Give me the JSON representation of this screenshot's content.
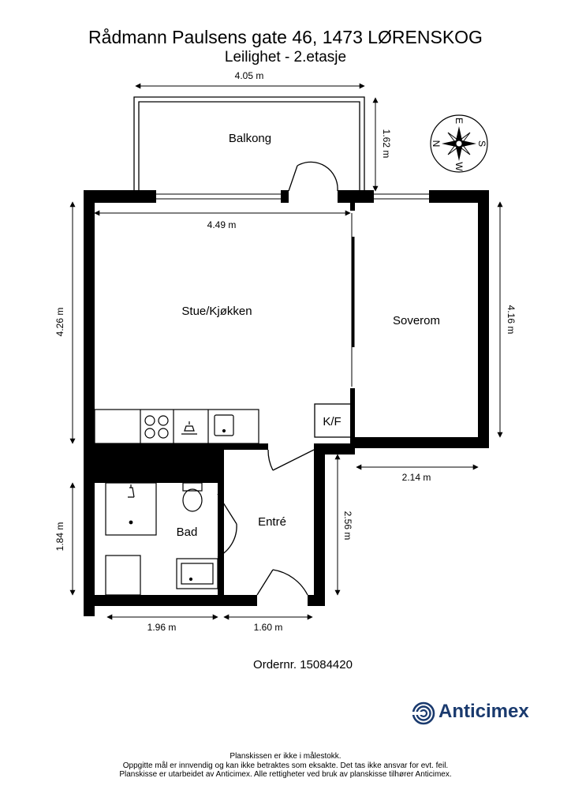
{
  "header": {
    "address": "Rådmann Paulsens gate 46, 1473 LØRENSKOG",
    "unit": "Leilighet  - 2.etasje"
  },
  "rooms": {
    "balcony": "Balkong",
    "living_kitchen": "Stue/Kjøkken",
    "bedroom": "Soverom",
    "closet": "K/F",
    "bathroom": "Bad",
    "entrance": "Entré"
  },
  "dimensions": {
    "balcony_width": "4.05 m",
    "balcony_depth": "1.62 m",
    "living_width": "4.49 m",
    "living_depth": "4.26 m",
    "bedroom_depth": "4.16 m",
    "bedroom_width": "2.14 m",
    "bath_depth": "1.84 m",
    "entrance_depth": "2.56 m",
    "bath_width": "1.96 m",
    "entrance_width": "1.60 m"
  },
  "compass": {
    "n": "N",
    "e": "E",
    "s": "S",
    "w": "W"
  },
  "order": "Ordernr. 15084420",
  "logo": {
    "name": "Anticimex",
    "color": "#1a3a6e"
  },
  "disclaimer": [
    "Planskissen er ikke i målestokk.",
    "Oppgitte mål er innvendig og kan ikke betraktes som eksakte. Det tas ikke ansvar for evt. feil.",
    "Planskisse er utarbeidet av Anticimex. Alle rettigheter ved bruk av planskisse tilhører Anticimex."
  ]
}
